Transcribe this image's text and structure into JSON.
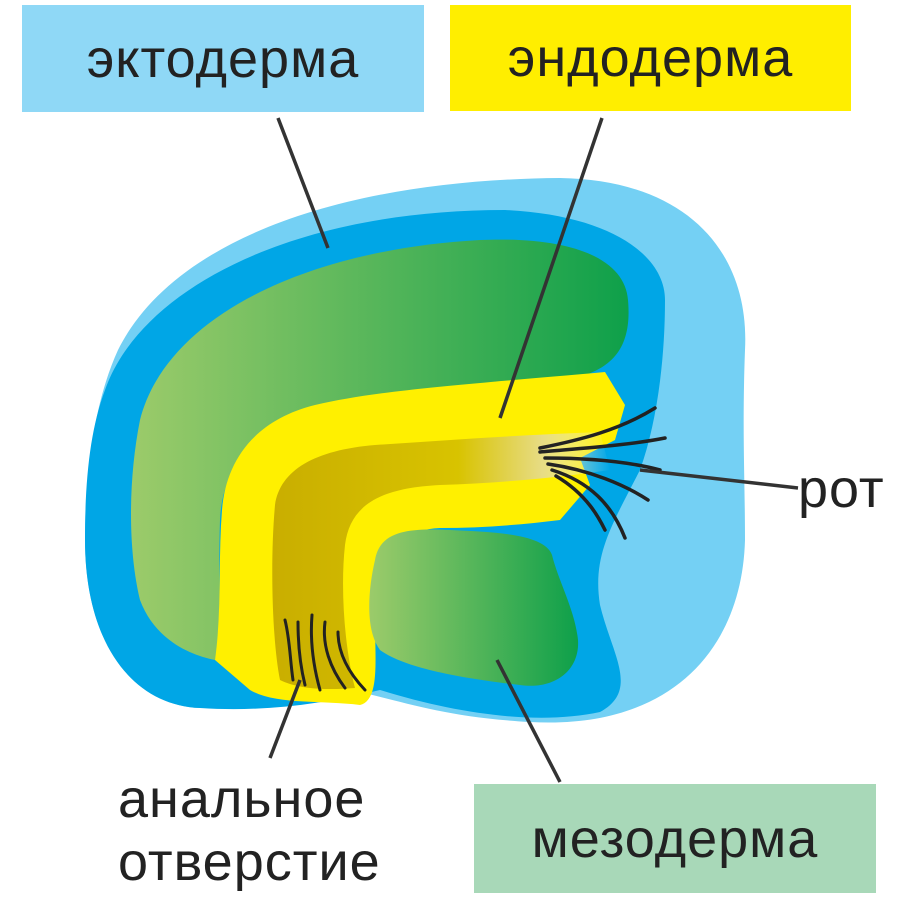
{
  "labels": {
    "ectoderm": "эктодерма",
    "endoderm": "эндодерма",
    "mesoderm": "мезодерма",
    "mouth": "рот",
    "anus_line1": "анальное",
    "anus_line2": "отверстие"
  },
  "colors": {
    "ectoderm_box": "#8fd8f6",
    "endoderm_box": "#ffee00",
    "mesoderm_box": "#a8d8b8",
    "outer_light_blue": "#74d0f4",
    "ectoderm_blue": "#00a6e6",
    "mesoderm_green_light": "#9ccb6a",
    "mesoderm_green_dark": "#0ea04a",
    "endoderm_yellow": "#fff000",
    "gut_olive": "#d3bb00",
    "leader_line": "#333333"
  }
}
